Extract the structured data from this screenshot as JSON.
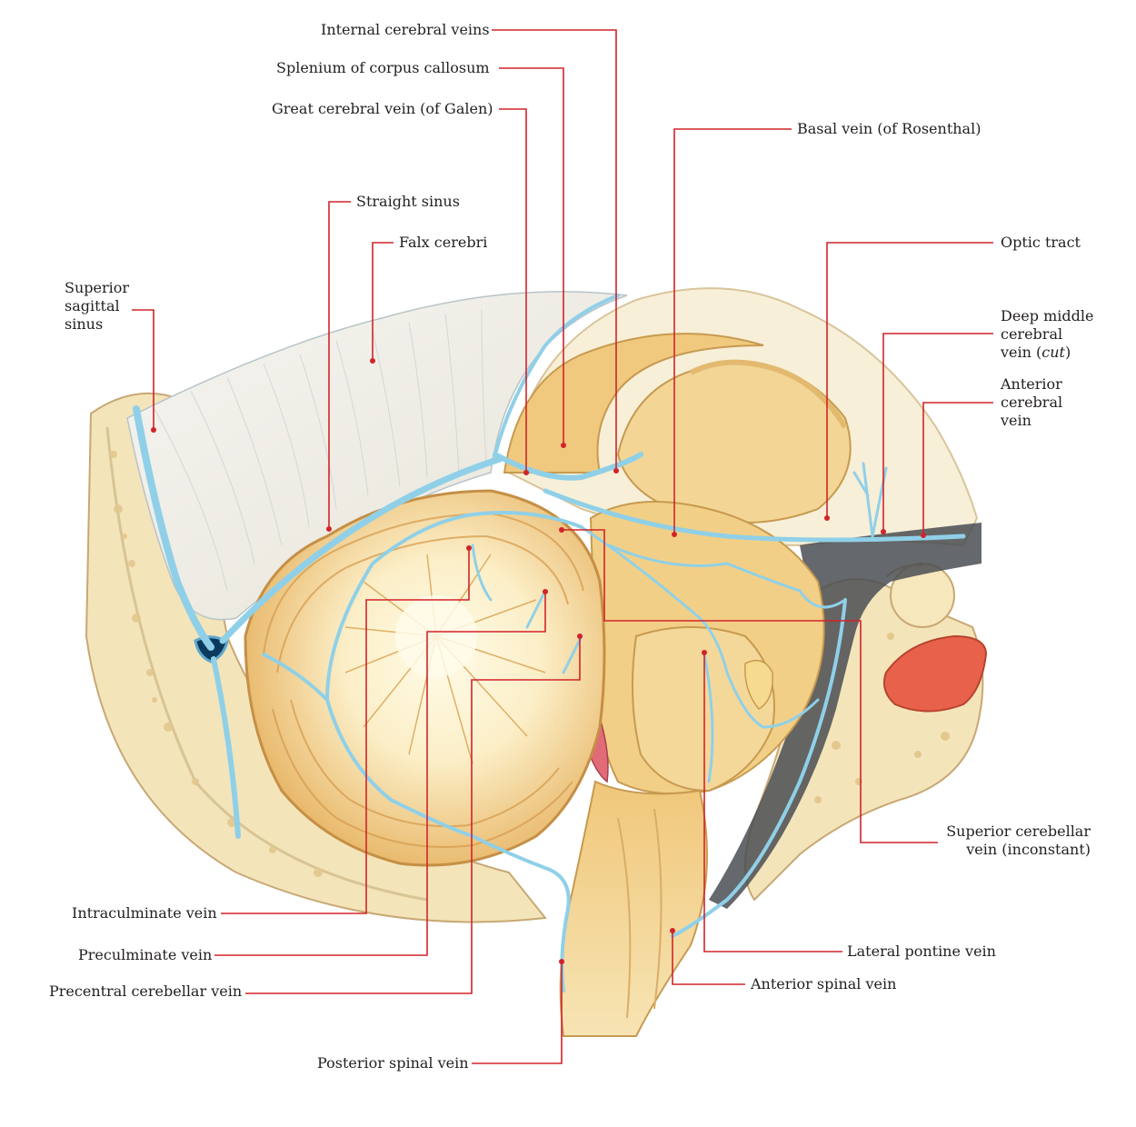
{
  "labels": {
    "internal_cerebral_veins": "Internal cerebral veins",
    "splenium": "Splenium of corpus callosum",
    "great_cerebral_vein": "Great cerebral vein (of Galen)",
    "basal_vein": "Basal vein (of Rosenthal)",
    "straight_sinus": "Straight sinus",
    "falx_cerebri": "Falx cerebri",
    "optic_tract": "Optic tract",
    "superior_sagittal_sinus": [
      "Superior",
      "sagittal",
      "sinus"
    ],
    "deep_middle_cerebral_vein": [
      "Deep middle",
      "cerebral",
      "vein ("
    ],
    "deep_middle_cut": "cut",
    "deep_middle_close": ")",
    "anterior_cerebral_vein": [
      "Anterior",
      "cerebral",
      "vein"
    ],
    "superior_cerebellar_vein": [
      "Superior cerebellar",
      "vein (inconstant)"
    ],
    "intraculminate_vein": "Intraculminate vein",
    "lateral_pontine_vein": "Lateral pontine vein",
    "preculminate_vein": "Preculminate vein",
    "anterior_spinal_vein": "Anterior spinal vein",
    "precentral_cerebellar_vein": "Precentral cerebellar vein",
    "posterior_spinal_vein": "Posterior spinal vein"
  },
  "colors": {
    "leader_line": "#d2232a",
    "vein": "#8fd0e8",
    "bone": "#f3e3b8",
    "brain": "#f1d08a",
    "falx": "#f2efe6"
  }
}
